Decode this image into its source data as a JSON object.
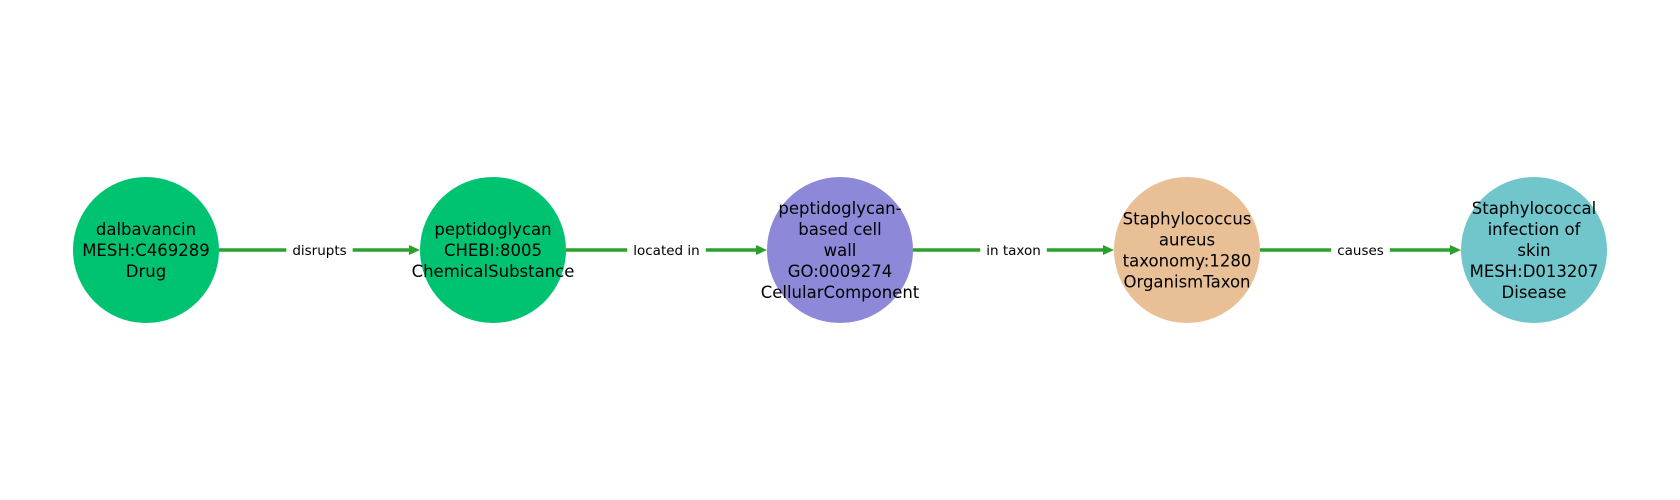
{
  "edge_color": "#2ca02c",
  "nodes": [
    {
      "id": "n0",
      "lines": [
        "dalbavancin",
        "MESH:C469289",
        "Drug"
      ],
      "color": "#00c371"
    },
    {
      "id": "n1",
      "lines": [
        "peptidoglycan",
        "CHEBI:8005",
        "ChemicalSubstance"
      ],
      "color": "#00c371"
    },
    {
      "id": "n2",
      "lines": [
        "peptidoglycan-",
        "based cell",
        "wall",
        "GO:0009274",
        "CellularComponent"
      ],
      "color": "#8d88d8"
    },
    {
      "id": "n3",
      "lines": [
        "Staphylococcus",
        "aureus",
        "taxonomy:1280",
        "OrganismTaxon"
      ],
      "color": "#e9bf96"
    },
    {
      "id": "n4",
      "lines": [
        "Staphylococcal",
        "infection of",
        "skin",
        "MESH:D013207",
        "Disease"
      ],
      "color": "#71c6cb"
    }
  ],
  "edges": [
    {
      "from": 0,
      "to": 1,
      "label": "disrupts"
    },
    {
      "from": 1,
      "to": 2,
      "label": "located in"
    },
    {
      "from": 2,
      "to": 3,
      "label": "in taxon"
    },
    {
      "from": 3,
      "to": 4,
      "label": "causes"
    }
  ]
}
